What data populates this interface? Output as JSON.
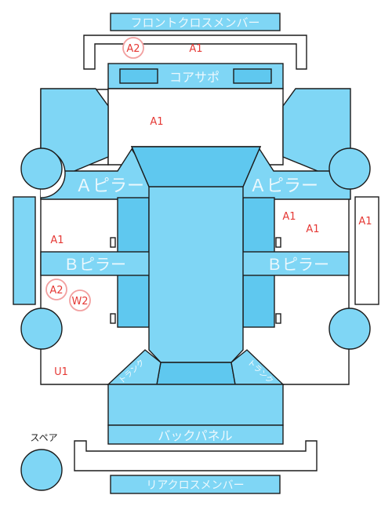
{
  "parts": {
    "front_cross_member": "フロントクロスメンバー",
    "core_support": "コアサポ",
    "a_pillar_left": "Ａピラー",
    "a_pillar_right": "Ａピラー",
    "b_pillar_left": "Ｂピラー",
    "b_pillar_right": "Ｂピラー",
    "back_panel": "バックパネル",
    "rear_cross_member": "リアクロスメンバー",
    "spare_label": "スペア",
    "trunk_left": "トランク",
    "trunk_right": "トランク"
  },
  "damage_codes": {
    "front_cross_left": "A2",
    "front_cross_right": "A1",
    "front_area": "A1",
    "right_front_1": "A1",
    "right_front_2": "A1",
    "right_side": "A1",
    "left_front": "A1",
    "left_rear_1": "A2",
    "left_rear_2": "W2",
    "left_bottom": "U1"
  },
  "colors": {
    "part_fill": "#7fd6f5",
    "part_fill_dark": "#5fc8ef",
    "outline": "#1c1c1c",
    "code_text": "#e53935",
    "ring_stroke": "#f2a0a0"
  }
}
